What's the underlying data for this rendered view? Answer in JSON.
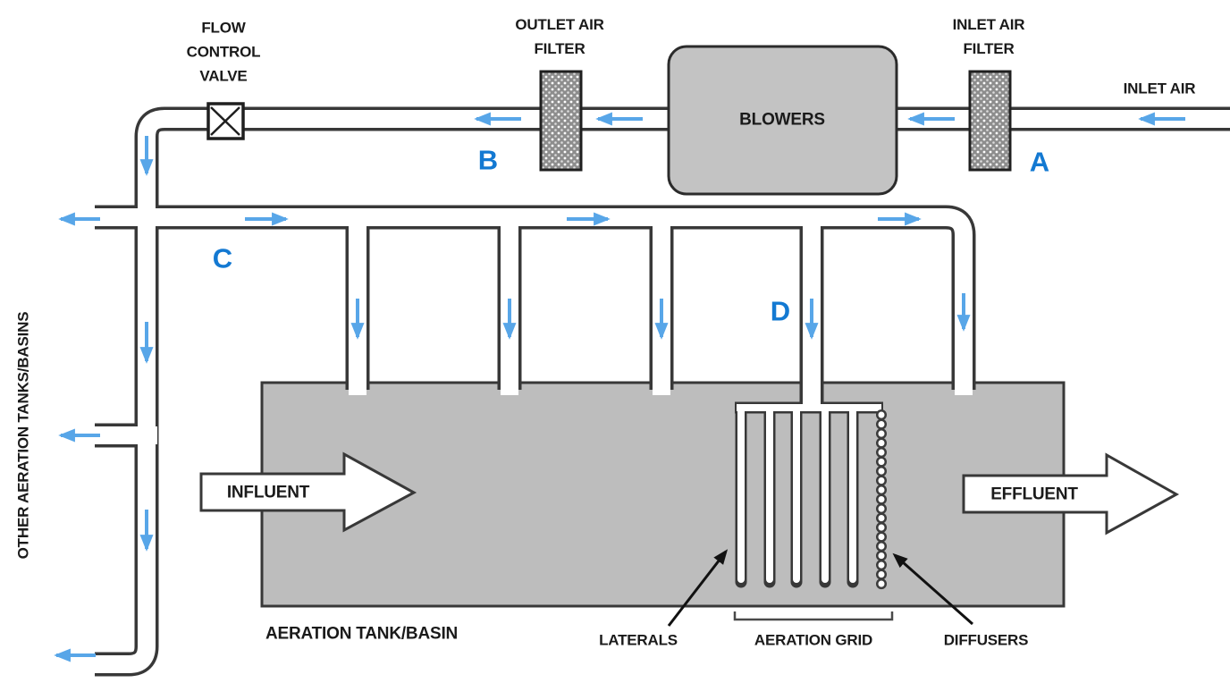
{
  "diagram": {
    "type": "process-flow-schematic",
    "subject": "Diffused air aeration system for an aeration tank/basin",
    "labels": {
      "flow_control_valve": "FLOW\nCONTROL\nVALVE",
      "outlet_air_filter": "OUTLET AIR\nFILTER",
      "blowers": "BLOWERS",
      "inlet_air_filter": "INLET AIR\nFILTER",
      "inlet_air": "INLET AIR",
      "other_tanks": "OTHER AERATION TANKS/BASINS",
      "aeration_tank": "AERATION TANK/BASIN",
      "influent": "INFLUENT",
      "effluent": "EFFLUENT",
      "laterals": "LATERALS",
      "aeration_grid": "AERATION GRID",
      "diffusers": "DIFFUSERS"
    },
    "point_markers": {
      "a": "A",
      "b": "B",
      "c": "C",
      "d": "D"
    },
    "counts": {
      "manifold_drop_pipes": 5,
      "grid_laterals": 5,
      "diffuser_columns": 1,
      "branch_lines_to_other_tanks": 3
    },
    "colors": {
      "marker_letter_blue": "#1379d2",
      "flow_arrow_blue": "#58a6e8",
      "tank_fill_gray": "#bdbdbd",
      "equipment_fill_gray": "#c3c3c3",
      "pipe_wall_dark": "#383838",
      "background": "#ffffff"
    },
    "flow_direction": "Air enters at right (INLET AIR), passes inlet air filter (A), blowers, outlet air filter (B), flow control valve, then runs down and along the distribution manifold (C) into drop pipes (D) that feed the aeration grid of laterals and diffusers inside the aeration tank/basin; side branches lead to other aeration tanks/basins."
  }
}
